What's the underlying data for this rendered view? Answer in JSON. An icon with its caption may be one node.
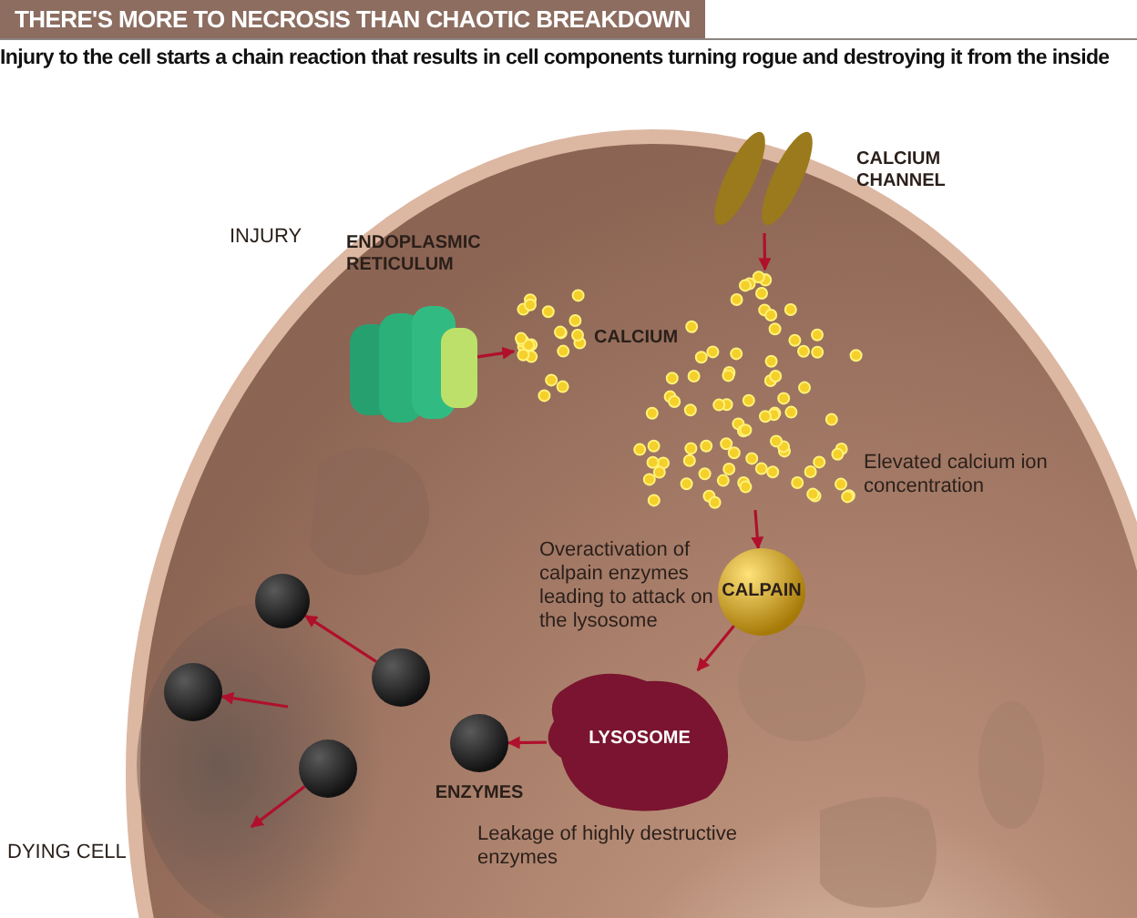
{
  "diagram": {
    "title": "THERE'S MORE TO NECROSIS THAN CHAOTIC BREAKDOWN",
    "caption": "Injury to the cell starts a chain reaction that results in cell components turning rogue and destroying it from the inside",
    "nodes": [
      {
        "text": [
          "CALCIUM CHANNEL"
        ]
      },
      {
        "text": [
          "ENDOPLASMIC RETICULUM"
        ]
      },
      {
        "text": [
          "CALCIUM"
        ]
      },
      {
        "text": [],
        "shape": "picture"
      },
      {
        "text": [
          "Elevated calcium ion concentration"
        ]
      },
      {
        "text": [
          "CALPAIN"
        ],
        "beside": [
          "Overactivation of calpain enzymes leading to attack on the lysosome"
        ]
      },
      {
        "text": [
          "LYSOSOME"
        ],
        "beside": [
          "Leakage of highly destructive enzymes"
        ]
      },
      {
        "text": [
          "ENZYMES"
        ]
      },
      {
        "text": [],
        "shape": "circle"
      },
      {
        "text": [],
        "shape": "circle"
      },
      {
        "text": [],
        "shape": "circle"
      },
      {
        "text": [],
        "shape": "circle"
      }
    ],
    "edges": [
      {
        "from": 0,
        "to": 3,
        "arrow": "to"
      },
      {
        "from": 1,
        "to": 2,
        "arrow": "to"
      },
      {
        "from": 4,
        "to": 5,
        "arrow": "to"
      },
      {
        "from": 5,
        "to": 6,
        "arrow": "to"
      },
      {
        "from": 6,
        "to": 7,
        "arrow": "to"
      },
      {
        "from": 9,
        "to": 8,
        "arrow": "to"
      },
      {
        "from": null,
        "to": 10,
        "arrow": "to"
      },
      {
        "from": 11,
        "to": null,
        "arrow": "to"
      }
    ],
    "labels": [
      "INJURY",
      "DYING CELL"
    ]
  }
}
